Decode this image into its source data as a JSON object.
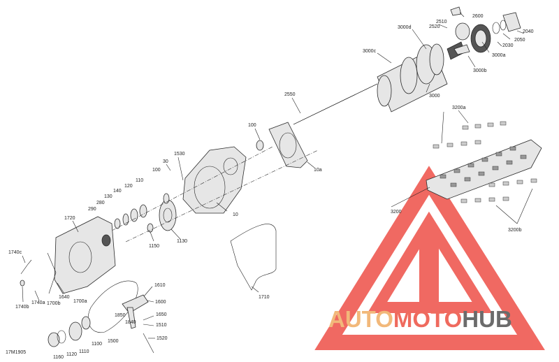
{
  "drawing_code": "17M1905",
  "watermark": {
    "part1": "AUTO",
    "part2": "MOTO",
    "part3": "HUB",
    "colors": {
      "auto": "#f2b87a",
      "moto": "#ef6a5e",
      "hub": "#6b6b6b",
      "logo": "#ee4f47"
    }
  },
  "callouts": [
    "2510",
    "2600",
    "2520",
    "3000d",
    "2040",
    "2050",
    "2030",
    "3000a",
    "3000c",
    "3000b",
    "3000",
    "2550",
    "100",
    "10a",
    "3200a",
    "1530",
    "30",
    "100",
    "110",
    "120",
    "140",
    "130",
    "280",
    "290",
    "1720",
    "10",
    "3200",
    "3200b",
    "1150",
    "1130",
    "1740c",
    "1740a",
    "1700b",
    "1640",
    "1700a",
    "1740b",
    "1710",
    "1610",
    "1600",
    "1850",
    "1650",
    "1840",
    "1510",
    "1520",
    "1100",
    "1110",
    "1120",
    "1500",
    "1160"
  ]
}
